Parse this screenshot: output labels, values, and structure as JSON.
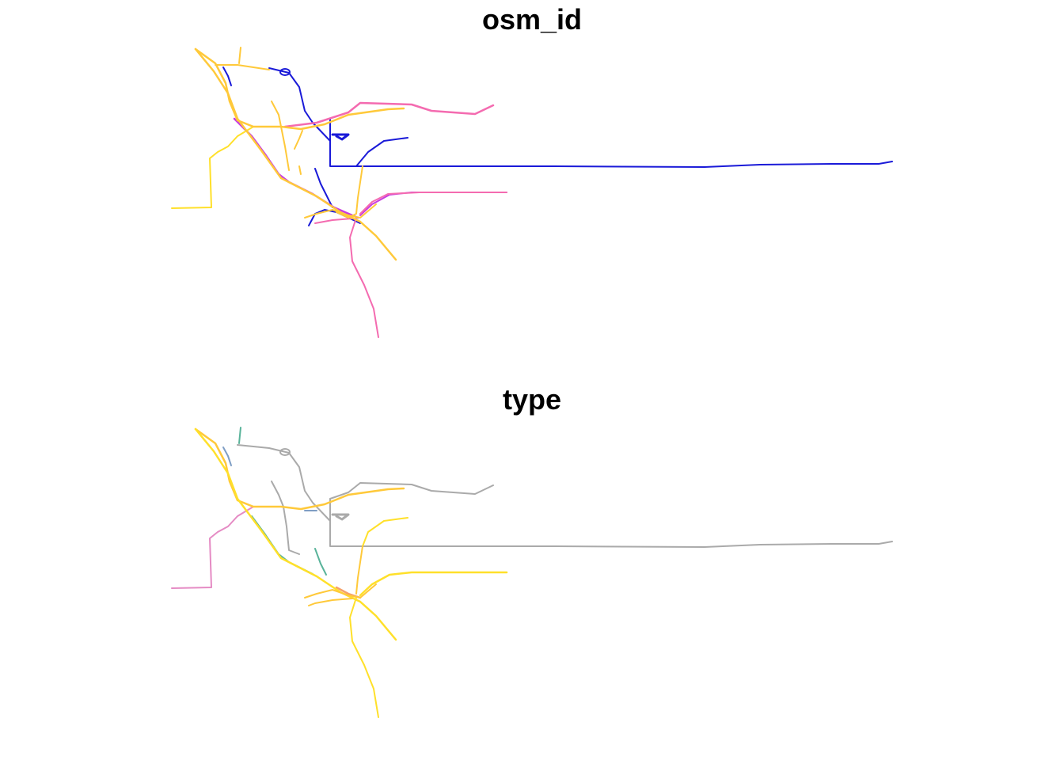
{
  "panels": [
    {
      "id": "top",
      "title": "osm_id"
    },
    {
      "id": "bottom",
      "title": "type"
    }
  ],
  "colors": {
    "blue": "#1a1ad8",
    "yellow": "#ffe02a",
    "gold": "#ffc93a",
    "pink": "#f46bb0",
    "magenta": "#c83ce0",
    "gray": "#aaaaaa",
    "orchid": "#e58bc4",
    "teal": "#59b39a",
    "steel": "#7f9ec4",
    "orange": "#f5a16a"
  }
}
